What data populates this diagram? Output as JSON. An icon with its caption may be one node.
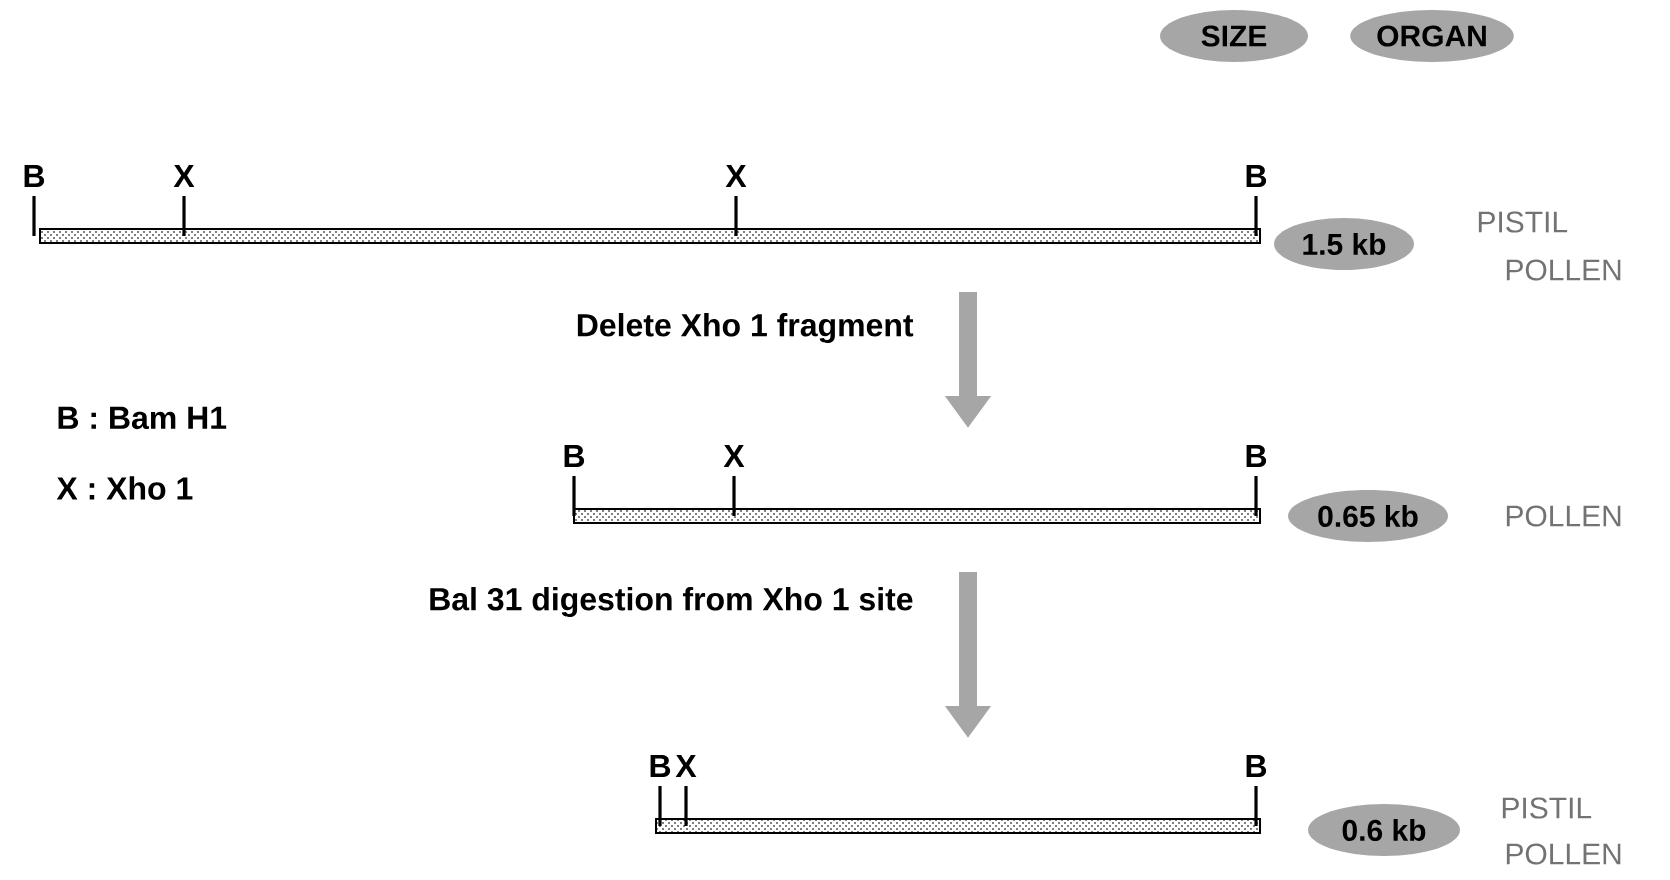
{
  "diagram": {
    "nodes": [
      {
        "text": [],
        "shape": "bar",
        "beside": [
          "B",
          "X",
          "X",
          "B"
        ]
      },
      {
        "text": [],
        "shape": "bar",
        "beside": [
          "B",
          "X",
          "B"
        ]
      },
      {
        "text": [],
        "shape": "bar",
        "beside": [
          "B",
          "X",
          "B"
        ]
      },
      {
        "text": [
          "SIZE"
        ]
      },
      {
        "text": [
          "ORGAN"
        ]
      },
      {
        "text": [
          "1.5 kb"
        ]
      },
      {
        "text": [
          "0.65 kb"
        ]
      },
      {
        "text": [
          "0.6 kb"
        ]
      }
    ],
    "edges": [
      {
        "from": 0,
        "to": 1,
        "arrow": "to",
        "label": "Delete Xho 1 fragment"
      },
      {
        "from": 1,
        "to": 2,
        "arrow": "to",
        "label": "Bal 31 digestion from Xho 1 site"
      }
    ],
    "labels": [
      "PISTIL",
      "POLLEN",
      "B : Bam H1",
      "X : Xho 1",
      "POLLEN",
      "PISTIL",
      "POLLEN"
    ]
  }
}
